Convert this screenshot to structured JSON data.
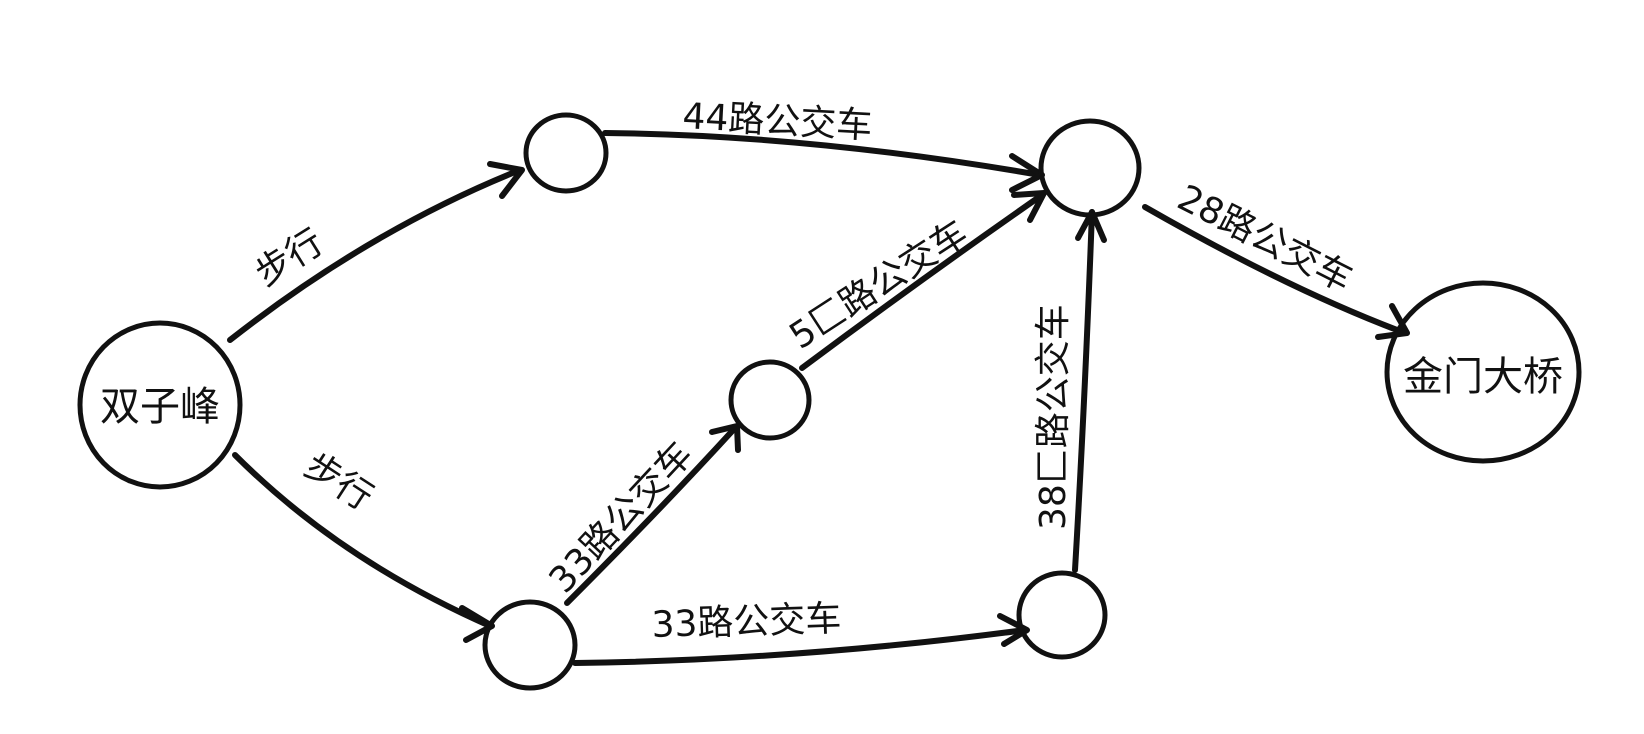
{
  "diagram": {
    "nodes": {
      "start": "双子峰",
      "end": "金门大桥"
    },
    "edges": {
      "walk_top": "步行",
      "walk_bottom": "步行",
      "bus44": "44路公交车",
      "bus5": "5匚路公交车",
      "bus33_diag": "33路公交车",
      "bus33_bottom": "33路公交车",
      "bus38": "38匚路公交车",
      "bus28": "28路公交车"
    }
  }
}
